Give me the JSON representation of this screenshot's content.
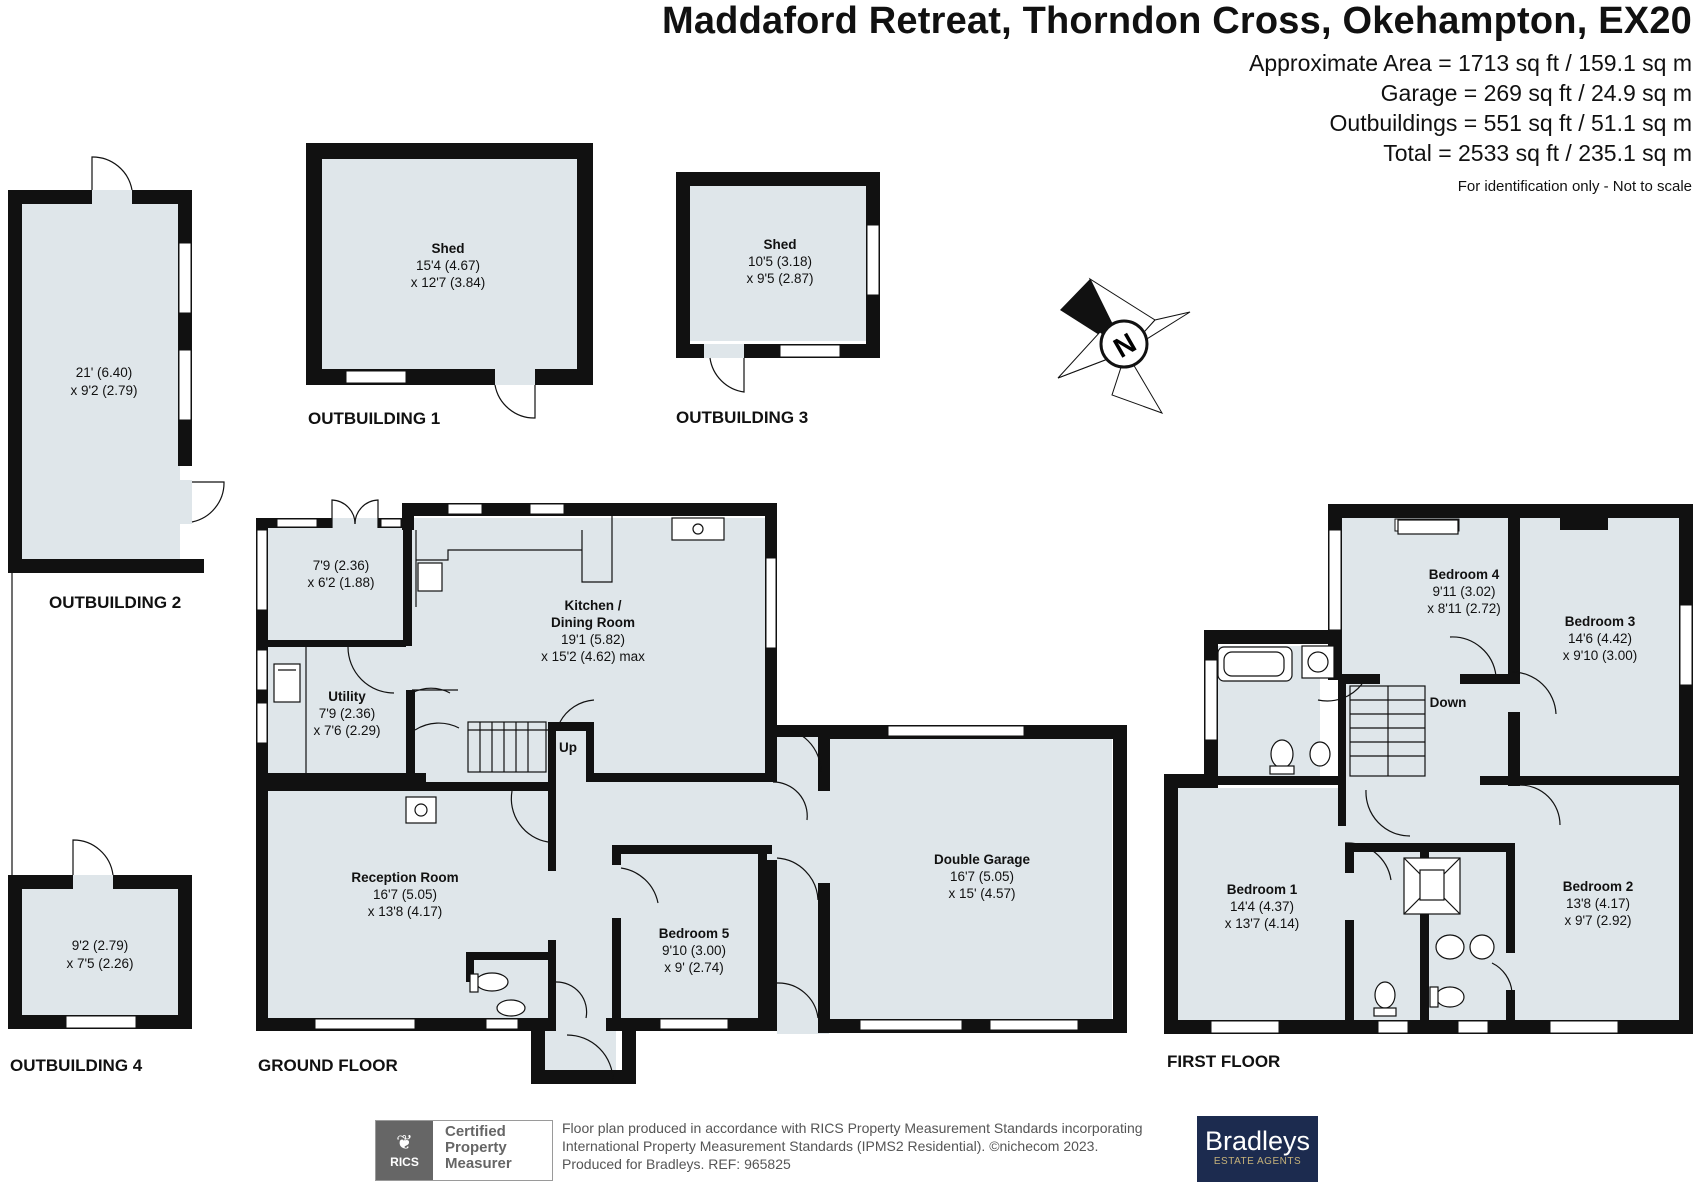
{
  "title": "Maddaford Retreat, Thorndon Cross, Okehampton, EX20",
  "areas": {
    "approximate": "Approximate Area = 1713 sq ft / 159.1 sq m",
    "garage": "Garage = 269 sq ft / 24.9 sq m",
    "outbuildings": "Outbuildings = 551 sq ft / 51.1 sq m",
    "total": "Total = 2533 sq ft / 235.1 sq m"
  },
  "note": "For identification only - Not to scale",
  "compass": {
    "label": "N"
  },
  "sections": {
    "outbuilding1": "OUTBUILDING 1",
    "outbuilding2": "OUTBUILDING 2",
    "outbuilding3": "OUTBUILDING 3",
    "outbuilding4": "OUTBUILDING 4",
    "ground_floor": "GROUND FLOOR",
    "first_floor": "FIRST FLOOR"
  },
  "rooms": {
    "shed1": {
      "name": "Shed",
      "dim1": "15'4 (4.67)",
      "dim2": "x 12'7 (3.84)"
    },
    "shed3": {
      "name": "Shed",
      "dim1": "10'5 (3.18)",
      "dim2": "x 9'5 (2.87)"
    },
    "outbuilding2": {
      "dim1": "21' (6.40)",
      "dim2": "x 9'2 (2.79)"
    },
    "outbuilding4": {
      "dim1": "9'2 (2.79)",
      "dim2": "x 7'5 (2.26)"
    },
    "porch": {
      "dim1": "7'9 (2.36)",
      "dim2": "x 6'2 (1.88)"
    },
    "utility": {
      "name": "Utility",
      "dim1": "7'9 (2.36)",
      "dim2": "x 7'6 (2.29)"
    },
    "kitchen": {
      "name1": "Kitchen /",
      "name2": "Dining Room",
      "dim1": "19'1 (5.82)",
      "dim2": "x 15'2 (4.62) max"
    },
    "reception": {
      "name": "Reception Room",
      "dim1": "16'7 (5.05)",
      "dim2": "x 13'8 (4.17)"
    },
    "bedroom5": {
      "name": "Bedroom 5",
      "dim1": "9'10 (3.00)",
      "dim2": "x 9' (2.74)"
    },
    "garage": {
      "name": "Double Garage",
      "dim1": "16'7 (5.05)",
      "dim2": "x 15' (4.57)"
    },
    "bedroom4": {
      "name": "Bedroom 4",
      "dim1": "9'11 (3.02)",
      "dim2": "x 8'11 (2.72)"
    },
    "bedroom3": {
      "name": "Bedroom 3",
      "dim1": "14'6 (4.42)",
      "dim2": "x 9'10 (3.00)"
    },
    "bedroom1": {
      "name": "Bedroom 1",
      "dim1": "14'4 (4.37)",
      "dim2": "x 13'7 (4.14)"
    },
    "bedroom2": {
      "name": "Bedroom 2",
      "dim1": "13'8 (4.17)",
      "dim2": "x 9'7 (2.92)"
    }
  },
  "stairs": {
    "up": "Up",
    "down": "Down"
  },
  "footer": {
    "rics_logo": "RICS",
    "certified": [
      "Certified",
      "Property",
      "Measurer"
    ],
    "line1": "Floor plan produced in accordance with RICS Property Measurement Standards incorporating",
    "line2": "International Property Measurement Standards (IPMS2 Residential).  ©nichecom 2023.",
    "line3": "Produced for Bradleys.   REF:  965825",
    "brand_name": "Bradleys",
    "brand_sub": "ESTATE AGENTS"
  },
  "colors": {
    "room_fill": "#dfe6ea",
    "wall": "#111111",
    "brand": "#1c2b4f"
  }
}
